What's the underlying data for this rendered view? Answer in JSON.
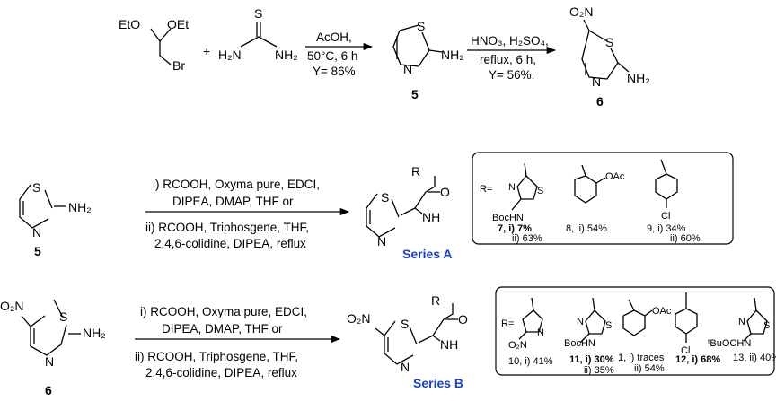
{
  "scheme1": {
    "reagent1": {
      "oet_left": "EtO",
      "oet_right": "OEt",
      "br": "Br"
    },
    "plus": "+",
    "thiourea": {
      "s": "S",
      "left": "H₂N",
      "right": "NH₂"
    },
    "arrow1": [
      "AcOH,",
      "50°C, 6 h",
      "Y= 86%"
    ],
    "product5": {
      "s": "S",
      "n": "N",
      "nh2": "NH₂",
      "number": "5"
    },
    "arrow2": [
      "HNO₃, H₂SO₄,",
      "reflux, 6 h,",
      "Y= 56%."
    ],
    "product6": {
      "o2n": "O₂N",
      "s": "S",
      "n": "N",
      "nh2": "NH₂",
      "number": "6"
    }
  },
  "scheme2": {
    "start": {
      "s": "S",
      "n": "N",
      "nh2": "NH₂",
      "number": "5"
    },
    "conditions": [
      "i) RCOOH, Oxyma pure, EDCI,",
      "DIPEA, DMAP, THF or",
      "ii) RCOOH, Triphosgene, THF,",
      "2,4,6-colidine, DIPEA, reflux"
    ],
    "product": {
      "r": "R",
      "o": "O",
      "nh": "NH",
      "s": "S",
      "n": "N"
    },
    "series": "Series A",
    "box": {
      "r_label": "R=",
      "groups": [
        {
          "atoms": "N S BocHN",
          "caption": [
            "7, i) 7%",
            "ii) 63%"
          ]
        },
        {
          "atoms": "OAc",
          "caption": [
            "8, ii) 54%"
          ]
        },
        {
          "atoms": "Cl",
          "caption": [
            "9, i) 34%",
            "ii) 60%"
          ]
        }
      ]
    }
  },
  "scheme3": {
    "start": {
      "o2n": "O₂N",
      "s": "S",
      "n": "N",
      "nh2": "NH₂",
      "number": "6"
    },
    "conditions": [
      "i) RCOOH, Oxyma pure, EDCI,",
      "DIPEA, DMAP, THF or",
      "ii) RCOOH, Triphosgene, THF,",
      "2,4,6-colidine, DIPEA, reflux"
    ],
    "product": {
      "o2n": "O₂N",
      "r": "R",
      "o": "O",
      "nh": "NH",
      "s": "S",
      "n": "N"
    },
    "series": "Series B",
    "box": {
      "r_label": "R=",
      "groups": [
        {
          "atoms": "N O₂N",
          "caption": [
            "10, i) 41%"
          ]
        },
        {
          "atoms": "N S BocHN",
          "caption": [
            "11, i) 30%",
            "ii) 35%"
          ]
        },
        {
          "atoms": "OAc",
          "caption": [
            "1, i) traces",
            "ii) 54%"
          ]
        },
        {
          "atoms": "Cl",
          "caption": [
            "12, i) 68%"
          ]
        },
        {
          "atoms": "N S ᵗBuOCHN",
          "caption": [
            "13, ii) 40%"
          ]
        }
      ]
    }
  }
}
